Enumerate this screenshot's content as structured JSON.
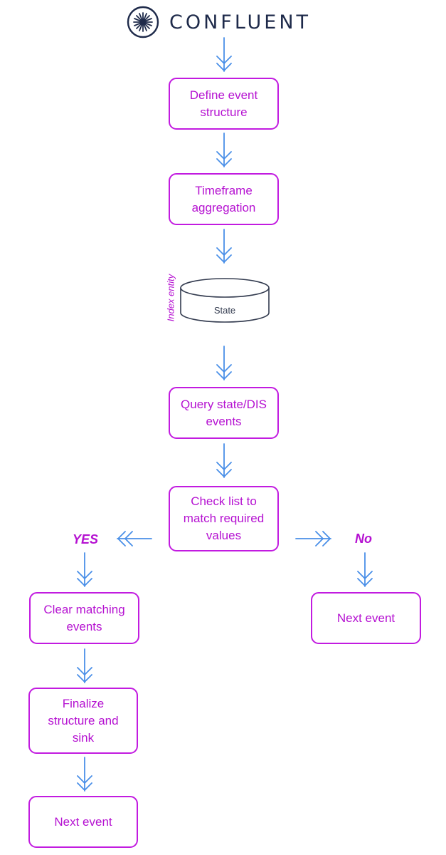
{
  "header": {
    "brand": "CONFLUENT",
    "logo_icon": "confluent-logo-icon"
  },
  "nodes": {
    "define": "Define event\nstructure",
    "timeframe": "Timeframe\naggregation",
    "state": "State",
    "state_side_label": "Index entity",
    "query": "Query state/DIS\nevents",
    "check": "Check list to\nmatch required\nvalues",
    "clear": "Clear matching\nevents",
    "finalize": "Finalize\nstructure and\nsink",
    "next_left": "Next event",
    "next_right": "Next event"
  },
  "branches": {
    "yes": "YES",
    "no": "No"
  },
  "colors": {
    "node_border": "#c21be0",
    "node_text": "#b511d1",
    "arrow": "#4a8fe8",
    "brand": "#1e2a4a"
  }
}
